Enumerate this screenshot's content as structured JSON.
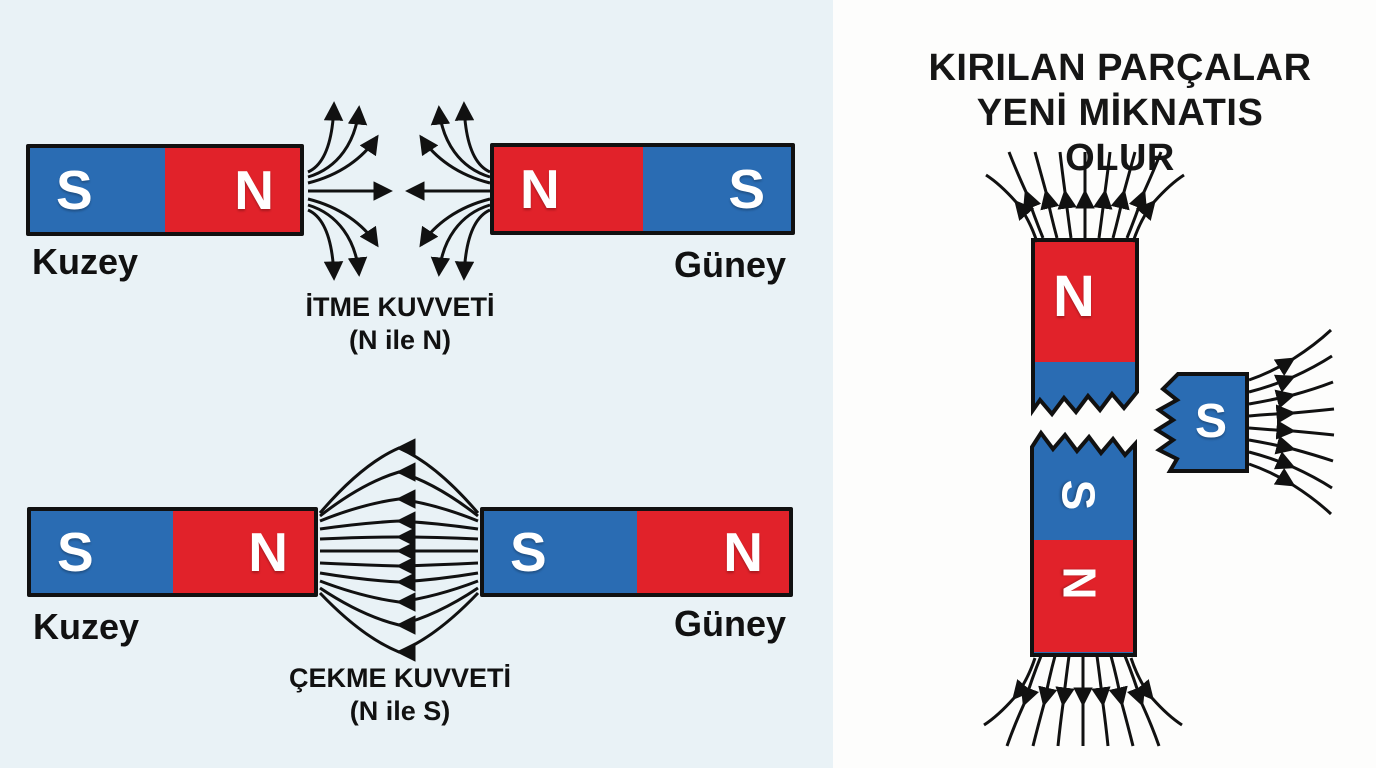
{
  "colors": {
    "background_left": "#e9f2f6",
    "background_right": "#fdfdfc",
    "magnet_blue": "#2a6cb3",
    "magnet_red": "#e1222a",
    "outline": "#111111",
    "text": "#111111"
  },
  "left_panel": {
    "repulsion": {
      "magnet_left": {
        "pole_left": "S",
        "pole_right": "N",
        "label": "Kuzey"
      },
      "magnet_right": {
        "pole_left": "N",
        "pole_right": "S",
        "label": "Güney"
      },
      "caption_line1": "İTME KUVVETİ",
      "caption_line2": "(N ile N)"
    },
    "attraction": {
      "magnet_left": {
        "pole_left": "S",
        "pole_right": "N",
        "label": "Kuzey"
      },
      "magnet_right": {
        "pole_left": "S",
        "pole_right": "N",
        "label": "Güney"
      },
      "caption_line1": "ÇEKME KUVVETİ",
      "caption_line2": "(N ile S)"
    }
  },
  "right_panel": {
    "title_line1": "KIRILAN PARÇALAR",
    "title_line2": "YENİ MİKNATIS OLUR",
    "broken_magnet": {
      "top_piece_pole": "N",
      "middle_top_pole": "S",
      "middle_bottom_pole": "N",
      "side_piece_pole": "S"
    }
  }
}
